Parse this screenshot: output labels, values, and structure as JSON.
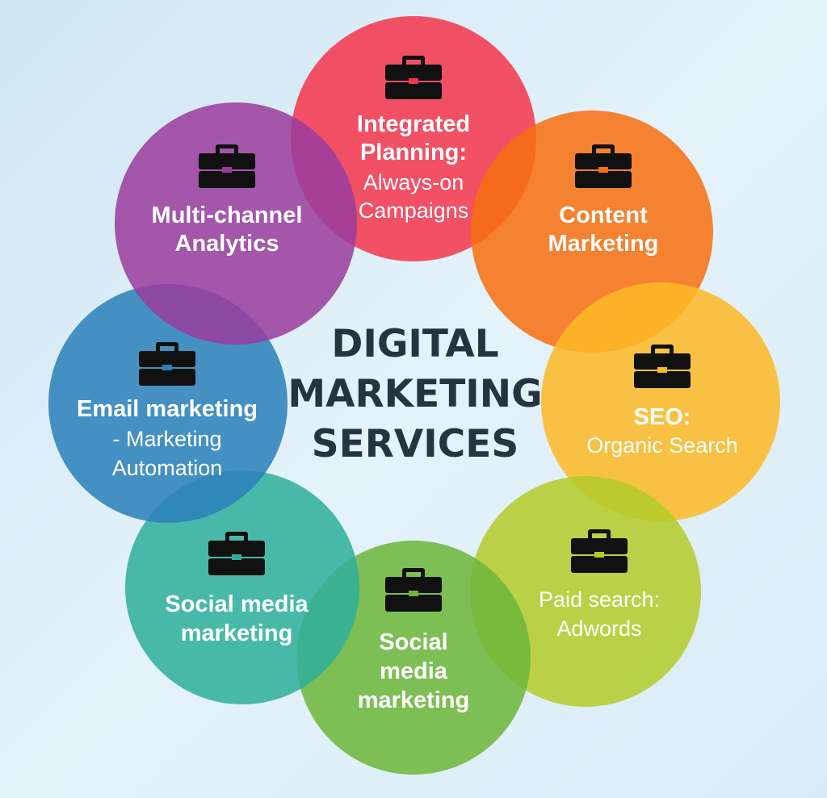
{
  "title": {
    "lines": [
      "DIGITAL",
      "MARKETING",
      "SERVICES"
    ]
  },
  "services": [
    {
      "color": "#f4364c",
      "icon": "briefcase-icon",
      "lines": [
        {
          "text": "Integrated",
          "bold": true
        },
        {
          "text": "Planning:",
          "bold": true
        },
        {
          "text": "Always-on",
          "bold": false
        },
        {
          "text": "Campaigns",
          "bold": false
        }
      ]
    },
    {
      "color": "#f7700f",
      "icon": "briefcase-icon",
      "lines": [
        {
          "text": "Content",
          "bold": true
        },
        {
          "text": "Marketing",
          "bold": true
        }
      ]
    },
    {
      "color": "#fdb927",
      "icon": "briefcase-icon",
      "lines": [
        {
          "text": "SEO:",
          "bold": true
        },
        {
          "text": "Organic Search",
          "bold": false
        }
      ]
    },
    {
      "color": "#b3cc2a",
      "icon": "briefcase-icon",
      "lines": [
        {
          "text": "Paid search:",
          "bold": false
        },
        {
          "text": "Adwords",
          "bold": false
        }
      ]
    },
    {
      "color": "#6cb63a",
      "icon": "briefcase-icon",
      "lines": [
        {
          "text": "Social",
          "bold": true
        },
        {
          "text": "media",
          "bold": true
        },
        {
          "text": "marketing",
          "bold": true
        }
      ]
    },
    {
      "color": "#2eb09b",
      "icon": "briefcase-icon",
      "lines": [
        {
          "text": "Social media",
          "bold": true
        },
        {
          "text": "marketing",
          "bold": true
        }
      ]
    },
    {
      "color": "#2b80b9",
      "icon": "briefcase-icon",
      "lines": [
        {
          "text": "Email marketing",
          "bold": true
        },
        {
          "text": "- Marketing",
          "bold": false
        },
        {
          "text": "Automation",
          "bold": false
        }
      ]
    },
    {
      "color": "#9a3c9d",
      "icon": "briefcase-icon",
      "lines": [
        {
          "text": "Multi-channel",
          "bold": true
        },
        {
          "text": "Analytics",
          "bold": true
        }
      ]
    }
  ]
}
